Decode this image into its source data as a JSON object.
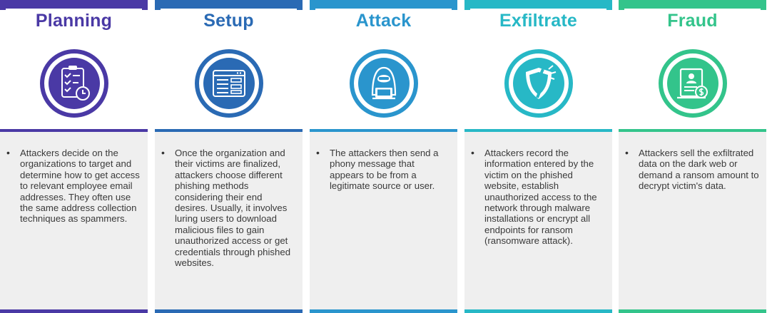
{
  "colors": {
    "stage1": "#4a39a5",
    "stage2": "#2a6ab4",
    "stage3": "#2a95cd",
    "stage4": "#27b8c6",
    "stage5": "#33c48b",
    "card_bg": "#efefef",
    "text": "#3a3a3a"
  },
  "stages": [
    {
      "title": "Planning",
      "icon": "checklist-clock-icon",
      "text": "Attackers decide on the organizations to target and determine how to get access to relevant employee email addresses. They often use the same address collection techniques as spammers."
    },
    {
      "title": "Setup",
      "icon": "browser-window-icon",
      "text": "Once the organization and their victims are finalized, attackers choose different phishing methods considering their end desires. Usually, it involves luring users to download malicious files to gain unauthorized access or get credentials through phished websites."
    },
    {
      "title": "Attack",
      "icon": "hooded-hacker-icon",
      "text": "The attackers then send a phony message that appears to be from a legitimate source or user."
    },
    {
      "title": "Exfiltrate",
      "icon": "broken-shield-icon",
      "text": "Attackers record the information entered by the victim on the phished website, establish unauthorized access to the network through malware installations or encrypt all endpoints for ransom (ransomware attack)."
    },
    {
      "title": "Fraud",
      "icon": "ransom-document-icon",
      "text": "Attackers sell the exfiltrated data on the dark web or demand a ransom amount to decrypt victim's data."
    }
  ]
}
